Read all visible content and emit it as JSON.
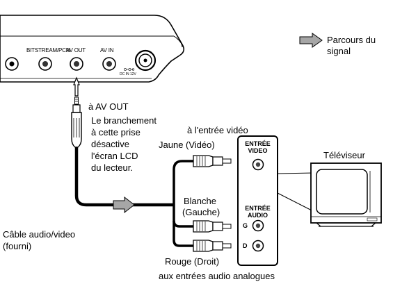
{
  "legend": {
    "label_line1": "Parcours du",
    "label_line2": "signal"
  },
  "player": {
    "port_bitstream": "BITSTREAM/PCM",
    "port_av_out": "AV OUT",
    "port_av_in": "AV IN",
    "port_dc_in": "DC IN 12V"
  },
  "plug_label": "à AV OUT",
  "note": {
    "line1": "Le branchement",
    "line2": "à cette prise",
    "line3": "désactive",
    "line4": "l'écran LCD",
    "line5": "du lecteur."
  },
  "video_input_label": "à l'entrée vidéo",
  "cable_label": {
    "line1": "Câble audio/video",
    "line2": "(fourni)"
  },
  "plugs": {
    "yellow": "Jaune (Vidéo)",
    "white_line1": "Blanche",
    "white_line2": "(Gauche)",
    "red": "Rouge (Droit)"
  },
  "tv_panel": {
    "video_line1": "ENTRÉE",
    "video_line2": "VIDEO",
    "audio_line1": "ENTRÉE",
    "audio_line2": "AUDIO",
    "left_jack": "G",
    "right_jack": "D"
  },
  "tv_label": "Téléviseur",
  "audio_inputs_label": "aux entrées audio analogues"
}
